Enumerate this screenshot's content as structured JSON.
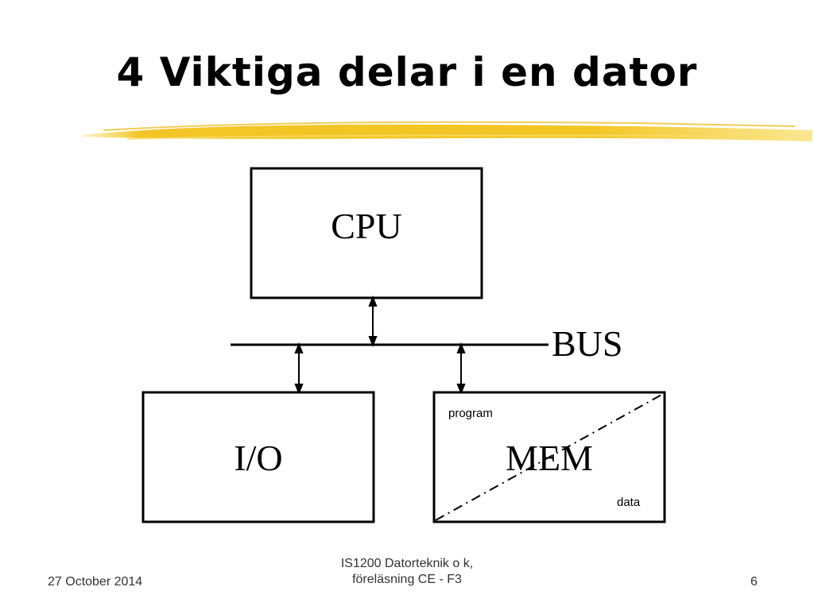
{
  "slide": {
    "title": "4 Viktiga delar i en dator"
  },
  "diagram": {
    "cpu_label": "CPU",
    "bus_label": "BUS",
    "io_label": "I/O",
    "mem_label": "MEM",
    "mem_top_label": "program",
    "mem_bottom_label": "data"
  },
  "footer": {
    "date": "27 October 2014",
    "course_line1": "IS1200 Datorteknik o k,",
    "course_line2": "föreläsning CE - F3",
    "page_number": "6"
  },
  "colors": {
    "accent_underline": "#f2c21a",
    "lines": "#000000"
  }
}
